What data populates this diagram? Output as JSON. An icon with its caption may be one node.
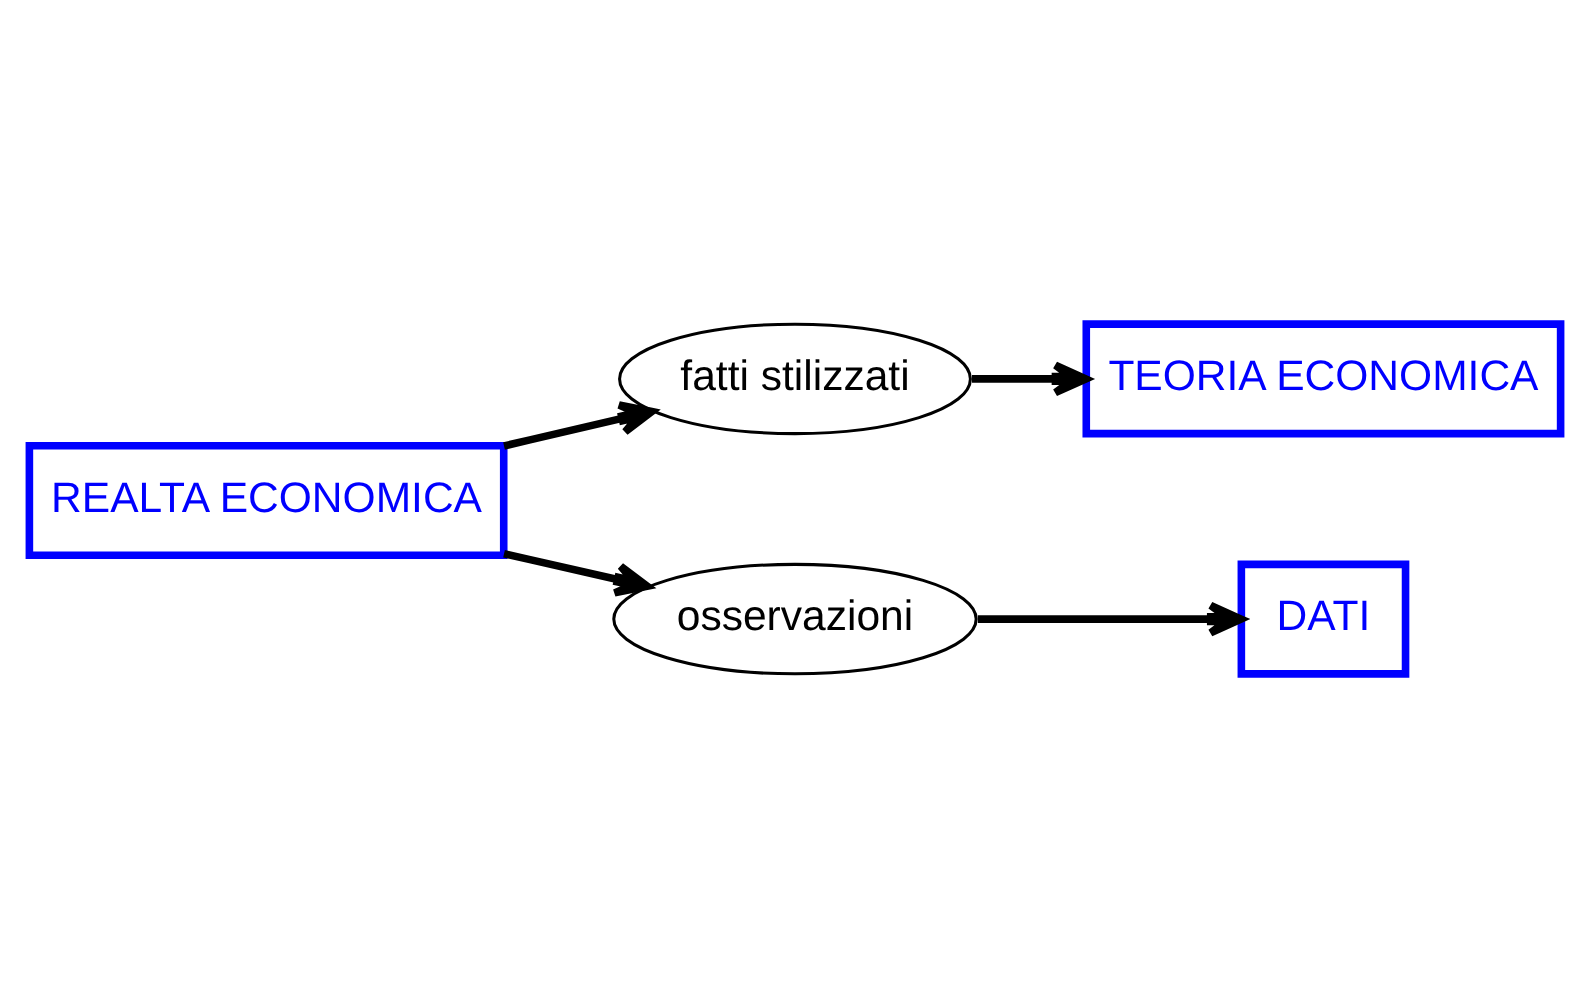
{
  "diagram": {
    "nodes": [
      {
        "text": [
          "TEORIA ECONOMICA"
        ]
      },
      {
        "text": [
          "fatti stilizzati"
        ]
      },
      {
        "text": [
          "REALTA ECONOMICA"
        ]
      },
      {
        "text": [
          "osservazioni"
        ]
      },
      {
        "text": [
          "DATI"
        ]
      }
    ],
    "edges": [
      {
        "from": 2,
        "to": 1,
        "arrow": "to"
      },
      {
        "from": 1,
        "to": 0,
        "arrow": "to"
      },
      {
        "from": 2,
        "to": 3,
        "arrow": "to"
      },
      {
        "from": 3,
        "to": 4,
        "arrow": "to"
      }
    ]
  }
}
